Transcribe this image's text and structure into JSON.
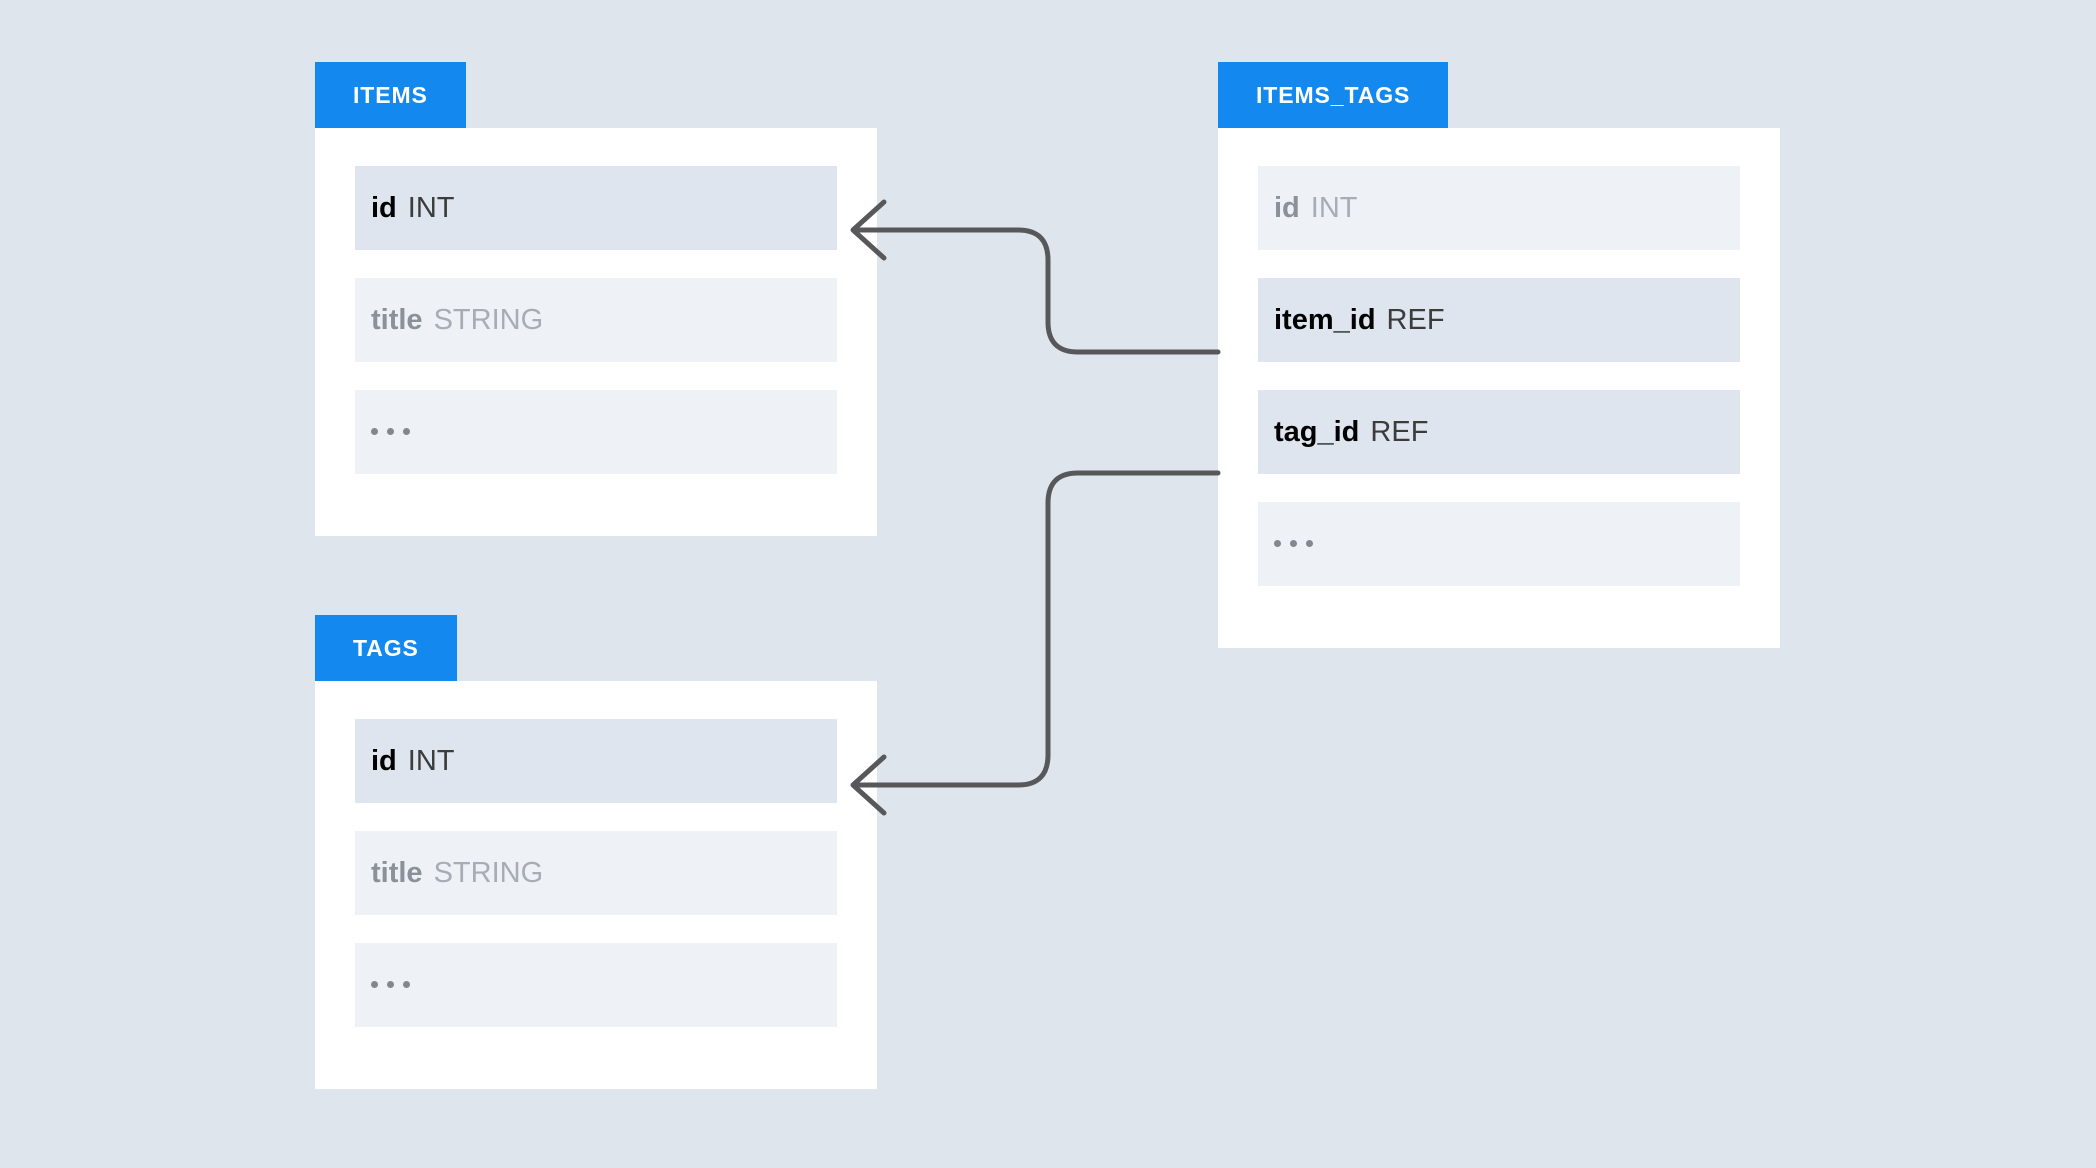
{
  "diagram": {
    "type": "entity-relationship-diagram",
    "background_color": "#dfe5ed",
    "accent_color": "#1389f0",
    "connector_color": "#58585a",
    "row_active_color": "#dee5ee",
    "row_muted_color": "#eef1f6"
  },
  "entities": [
    {
      "id": "items",
      "name": "ITEMS",
      "fields": [
        {
          "name": "id",
          "type": "INT",
          "state": "on"
        },
        {
          "name": "title",
          "type": "STRING",
          "state": "off"
        },
        {
          "name": "...",
          "type": "",
          "state": "off"
        }
      ]
    },
    {
      "id": "items_tags",
      "name": "ITEMS_TAGS",
      "fields": [
        {
          "name": "id",
          "type": "INT",
          "state": "off"
        },
        {
          "name": "item_id",
          "type": "REF",
          "state": "on"
        },
        {
          "name": "tag_id",
          "type": "REF",
          "state": "on"
        },
        {
          "name": "...",
          "type": "",
          "state": "off"
        }
      ]
    },
    {
      "id": "tags",
      "name": "TAGS",
      "fields": [
        {
          "name": "id",
          "type": "INT",
          "state": "on"
        },
        {
          "name": "title",
          "type": "STRING",
          "state": "off"
        },
        {
          "name": "...",
          "type": "",
          "state": "off"
        }
      ]
    }
  ],
  "relationships": [
    {
      "id": "rel-item",
      "from_entity": "items_tags",
      "from_field": "item_id",
      "to_entity": "items",
      "to_field": "id",
      "arrow": "left-chevron"
    },
    {
      "id": "rel-tag",
      "from_entity": "items_tags",
      "from_field": "tag_id",
      "to_entity": "tags",
      "to_field": "id",
      "arrow": "left-chevron"
    }
  ]
}
